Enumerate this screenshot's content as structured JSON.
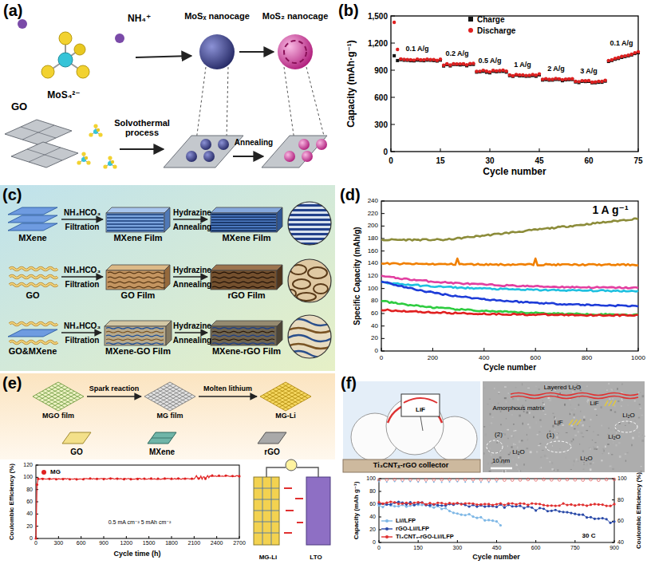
{
  "diagram": {
    "nodes": [
      {
        "text": [
          "MXene"
        ]
      },
      {
        "text": [
          "MXene Film"
        ]
      },
      {
        "text": [
          "MXene Film"
        ]
      },
      {
        "text": [
          "GO"
        ]
      },
      {
        "text": [
          "GO Film"
        ]
      },
      {
        "text": [
          "rGO Film"
        ]
      },
      {
        "text": [
          "GO&MXene"
        ]
      },
      {
        "text": [
          "MXene-GO Film"
        ]
      },
      {
        "text": [
          "MXene-rGO Film"
        ]
      },
      {
        "text": [
          "MGO film"
        ]
      },
      {
        "text": [
          "MG film"
        ]
      },
      {
        "text": [
          "MG-Li"
        ]
      }
    ],
    "edges": [
      {
        "from": 0,
        "to": 1,
        "arrow": "to"
      },
      {
        "from": 1,
        "to": 2,
        "arrow": "to"
      },
      {
        "from": 3,
        "to": 4,
        "arrow": "to"
      },
      {
        "from": 4,
        "to": 5,
        "arrow": "to"
      },
      {
        "from": 6,
        "to": 7,
        "arrow": "to"
      },
      {
        "from": 7,
        "to": 8,
        "arrow": "to"
      },
      {
        "from": 9,
        "to": 10,
        "label": "Spark reaction",
        "arrow": "to"
      },
      {
        "from": 10,
        "to": 11,
        "label": "Molten lithium",
        "arrow": "to"
      }
    ],
    "labels": [
      "(a)",
      "NH₄⁺",
      "MoS₄²⁻",
      "MoSₓ nanocage",
      "MoS₂ nanocage",
      "GO",
      "Solvothermal process",
      "Annealing",
      "(b)",
      "Capacity (mAh·g⁻¹)",
      "0",
      "300",
      "600",
      "900",
      "1,200",
      "1,500",
      "0",
      "15",
      "30",
      "45",
      "60",
      "75",
      "Cycle number",
      "0.1 A/g",
      "0.2 A/g",
      "0.5 A/g",
      "1 A/g",
      "2 A/g",
      "3 A/g",
      "0.1 A/g",
      "(c)",
      "NH₄HCO₃",
      "Filtration",
      "Hydrazine",
      "Annealing",
      "NH₄HCO₃",
      "Filtration",
      "Hydrazine",
      "Annealing",
      "NH₄HCO₃",
      "Filtration",
      "Hydrazine",
      "Annealing",
      "(d)",
      "1 A g⁻¹",
      "Specific Capacity (mAh/g)",
      "0",
      "20",
      "40",
      "60",
      "80",
      "100",
      "120",
      "140",
      "160",
      "180",
      "200",
      "220",
      "240",
      "0",
      "200",
      "400",
      "600",
      "800",
      "1000",
      "Cycle number",
      "(e)",
      "GO",
      "MXene",
      "rGO",
      "Coulombic Efficiency (%)",
      "0",
      "20",
      "40",
      "60",
      "80",
      "100",
      "120",
      "0",
      "300",
      "600",
      "900",
      "1200",
      "1500",
      "1800",
      "2100",
      "2400",
      "2700",
      "Cycle time (h)",
      "0.5 mA cm⁻² 5 mAh cm⁻²",
      "MG-Li",
      "LTO",
      "(f)",
      "Ti₃CNTₓ-rGO collector",
      "LiF",
      "Layered Li₂O",
      "Amorphous matrix",
      "LiF",
      "Li₂O",
      "LiF",
      "(1)",
      "Li₂O",
      "(2)",
      "Li₂O",
      "Li₂O",
      "10 nm",
      "Capacity (mAh g⁻¹)",
      "0",
      "20",
      "40",
      "60",
      "80",
      "100",
      "0",
      "150",
      "300",
      "450",
      "600",
      "750",
      "900",
      "Cycle number",
      "40",
      "60",
      "80",
      "100",
      "Coulombic Efficiency (%)",
      "30 C"
    ],
    "legend": [
      {
        "text": "Charge"
      },
      {
        "text": "Discharge"
      },
      {
        "text": "MG"
      },
      {
        "text": "Li//LFP"
      },
      {
        "text": "rGO-Li//LFP"
      },
      {
        "text": "Ti₃CNTₓ-rGO-Li//LFP"
      }
    ]
  }
}
